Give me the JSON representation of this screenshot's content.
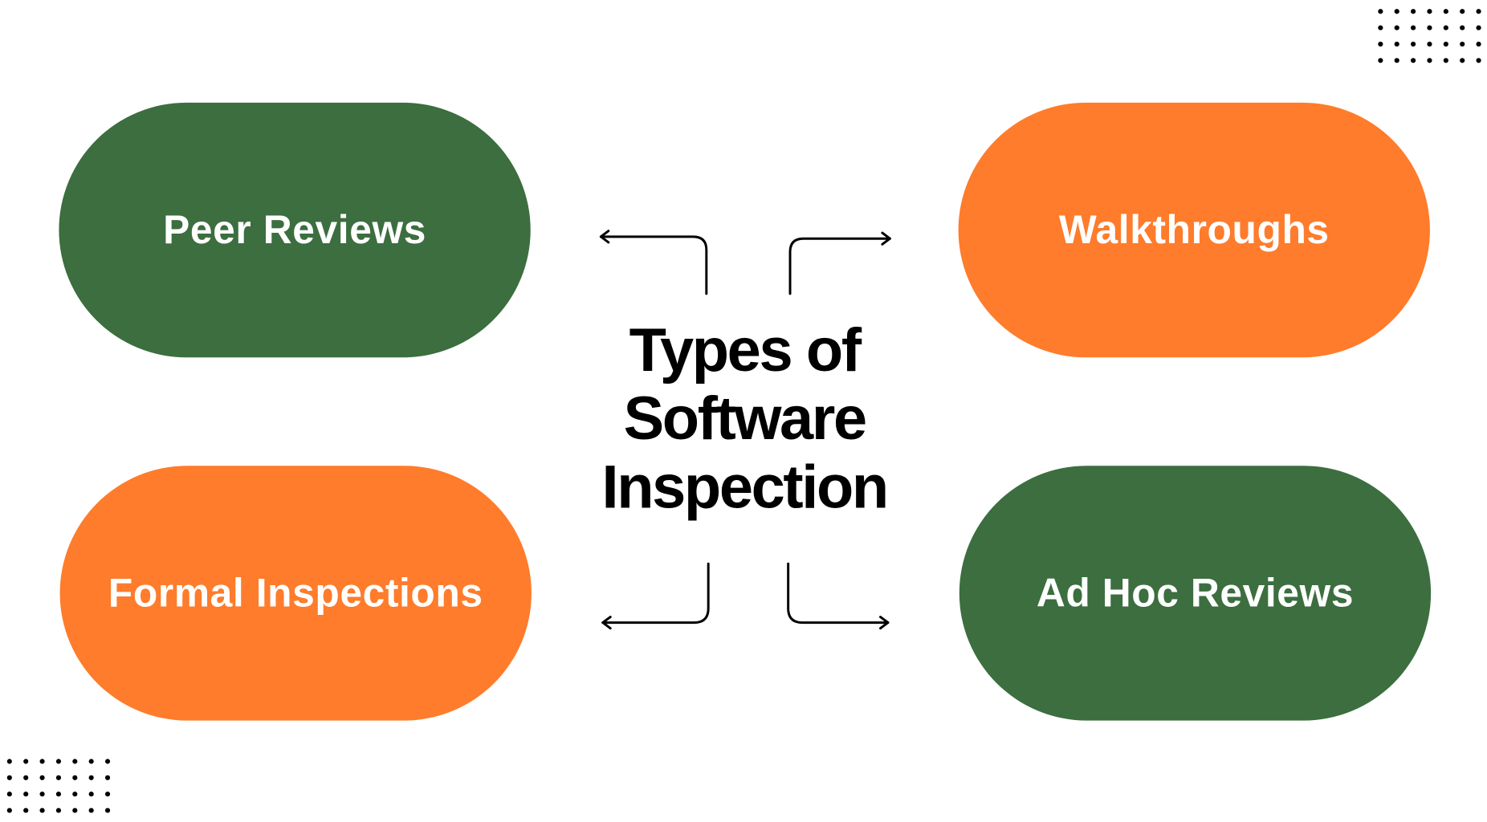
{
  "title": {
    "line1": "Types of",
    "line2": "Software",
    "line3": "Inspection"
  },
  "items": [
    {
      "label": "Peer Reviews",
      "color": "#3c6e3f"
    },
    {
      "label": "Walkthroughs",
      "color": "#fe7c2b"
    },
    {
      "label": "Formal Inspections",
      "color": "#fe7c2b"
    },
    {
      "label": "Ad Hoc Reviews",
      "color": "#3c6e3f"
    }
  ]
}
